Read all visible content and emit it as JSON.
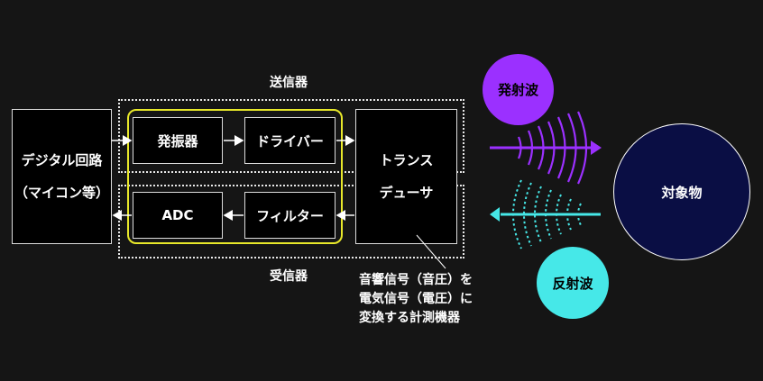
{
  "blocks": {
    "digital": {
      "line1": "デジタル回路",
      "line2": "（マイコン等）"
    },
    "oscillator": "発振器",
    "driver": "ドライバー",
    "adc": "ADC",
    "filter": "フィルター",
    "transducer": {
      "line1": "トランス",
      "line2": "デューサ"
    }
  },
  "groups": {
    "transmitter": "送信器",
    "receiver": "受信器"
  },
  "waves": {
    "emitted": "発射波",
    "reflected": "反射波"
  },
  "target": "対象物",
  "annotation": {
    "line1": "音響信号（音圧）を",
    "line2": "電気信号（電圧）に",
    "line3": "変換する計測機器"
  },
  "colors": {
    "highlight": "#e8e82a",
    "emitted": "#9b30ff",
    "reflected": "#46e8e8",
    "target_fill": "#0a0e44",
    "target_stroke": "#ffffff"
  }
}
